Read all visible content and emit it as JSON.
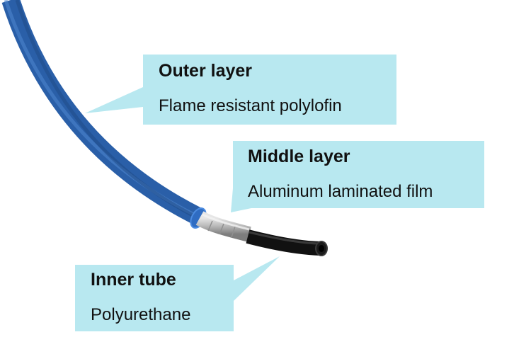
{
  "callouts": {
    "outer": {
      "title": "Outer layer",
      "description": "Flame resistant polylofin"
    },
    "middle": {
      "title": "Middle layer",
      "description": "Aluminum laminated film"
    },
    "inner": {
      "title": "Inner tube",
      "description": "Polyurethane"
    }
  },
  "colors": {
    "outer_layer": "#2a5fa8",
    "middle_layer": "#b9b9b9",
    "inner_tube": "#111111",
    "callout_fill": "#b8e8f0"
  }
}
